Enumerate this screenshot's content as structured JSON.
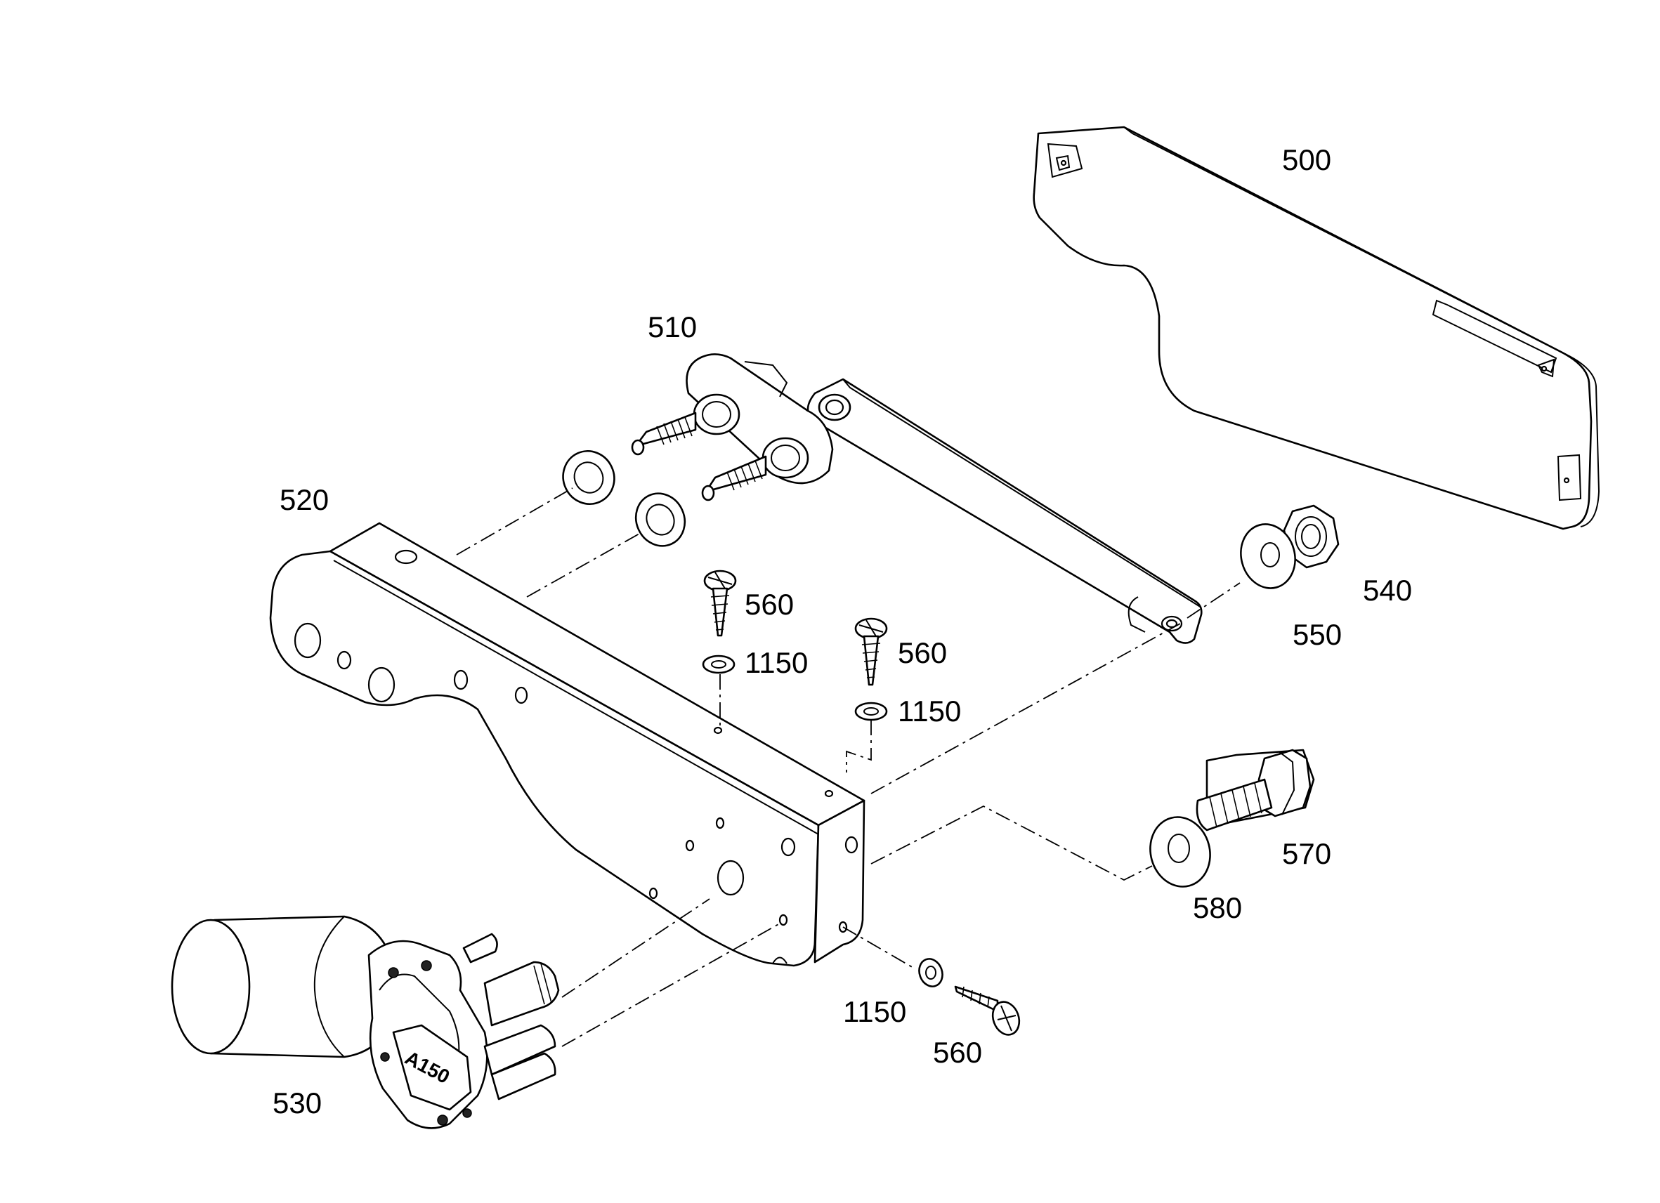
{
  "labels": {
    "p500": "500",
    "p510": "510",
    "p520": "520",
    "p530": "530",
    "p540": "540",
    "p550": "550",
    "p560a": "560",
    "p560b": "560",
    "p560c": "560",
    "p570": "570",
    "p580": "580",
    "p1150a": "1150",
    "p1150b": "1150",
    "p1150c": "1150"
  },
  "motor_marking": "A150"
}
